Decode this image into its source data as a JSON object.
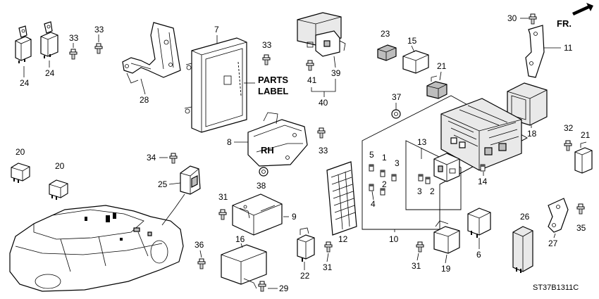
{
  "labels": {
    "parts_label_line1": "PARTS",
    "parts_label_line2": "LABEL",
    "rh_mark": "RH",
    "fr_arrow": "FR.",
    "diagram_code": "ST37B1311C"
  },
  "callouts": {
    "n1": "1",
    "n2a": "2",
    "n2b": "2",
    "n3a": "3",
    "n3b": "3",
    "n4": "4",
    "n5": "5",
    "n6": "6",
    "n7": "7",
    "n8": "8",
    "n9": "9",
    "n10": "10",
    "n11": "11",
    "n12": "12",
    "n13": "13",
    "n14": "14",
    "n15": "15",
    "n16": "16",
    "n18": "18",
    "n19": "19",
    "n20a": "20",
    "n20b": "20",
    "n21a": "21",
    "n21b": "21",
    "n22": "22",
    "n23": "23",
    "n24a": "24",
    "n24b": "24",
    "n25": "25",
    "n26": "26",
    "n27": "27",
    "n28": "28",
    "n29": "29",
    "n30": "30",
    "n31a": "31",
    "n31b": "31",
    "n31c": "31",
    "n32": "32",
    "n33a": "33",
    "n33b": "33",
    "n33c": "33",
    "n33d": "33",
    "n34": "34",
    "n35": "35",
    "n36": "36",
    "n37": "37",
    "n38": "38",
    "n39": "39",
    "n40": "40",
    "n41": "41"
  },
  "icons": {
    "direction_arrow": "front-direction-arrow-icon",
    "bolt": "bolt-icon",
    "relay": "relay-icon",
    "fuse": "fuse-icon"
  }
}
